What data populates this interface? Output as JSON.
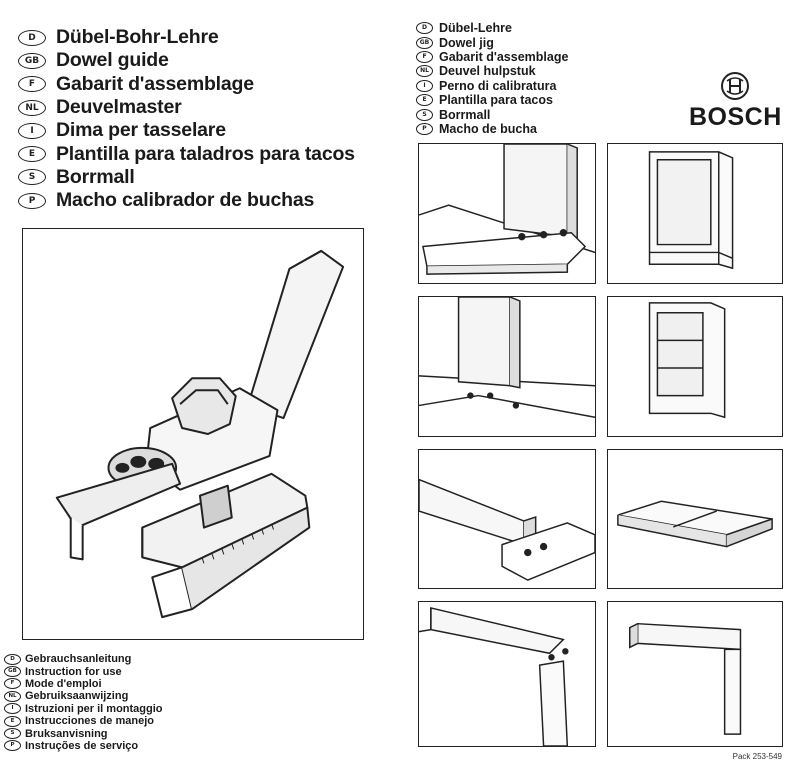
{
  "title_languages": [
    {
      "code": "D",
      "text": "Dübel-Bohr-Lehre"
    },
    {
      "code": "GB",
      "text": "Dowel guide"
    },
    {
      "code": "F",
      "text": "Gabarit d'assemblage"
    },
    {
      "code": "NL",
      "text": "Deuvelmaster"
    },
    {
      "code": "I",
      "text": "Dima per tasselare"
    },
    {
      "code": "E",
      "text": "Plantilla para taladros para tacos"
    },
    {
      "code": "S",
      "text": "Borrmall"
    },
    {
      "code": "P",
      "text": "Macho calibrador de buchas"
    }
  ],
  "alt_names": [
    {
      "code": "D",
      "text": "Dübel-Lehre"
    },
    {
      "code": "GB",
      "text": "Dowel jig"
    },
    {
      "code": "F",
      "text": "Gabarit d'assemblage"
    },
    {
      "code": "NL",
      "text": "Deuvel hulpstuk"
    },
    {
      "code": "I",
      "text": "Perno di calibratura"
    },
    {
      "code": "E",
      "text": "Plantilla para tacos"
    },
    {
      "code": "S",
      "text": "Borrmall"
    },
    {
      "code": "P",
      "text": "Macho de bucha"
    }
  ],
  "instructions": [
    {
      "code": "D",
      "text": "Gebrauchsanleitung"
    },
    {
      "code": "GB",
      "text": "Instruction for use"
    },
    {
      "code": "F",
      "text": "Mode d'emploi"
    },
    {
      "code": "NL",
      "text": "Gebruiksaanwijzing"
    },
    {
      "code": "I",
      "text": "Istruzioni per il montaggio"
    },
    {
      "code": "E",
      "text": "Instrucciones de manejo"
    },
    {
      "code": "S",
      "text": "Bruksanvisning"
    },
    {
      "code": "P",
      "text": "Instruções de serviço"
    }
  ],
  "brand": "BOSCH",
  "logo_icon": "bosch-armature-icon",
  "pack_number": "Pack 253-549",
  "illustrations": [
    "dowel-jig-illustration",
    "panel-dowels-insert-illustration",
    "cabinet-frame-illustration",
    "panel-on-board-illustration",
    "cabinet-shelves-illustration",
    "board-end-dowels-illustration",
    "boards-joined-flat-illustration",
    "corner-frame-assembly-illustration",
    "corner-frame-joined-illustration"
  ]
}
